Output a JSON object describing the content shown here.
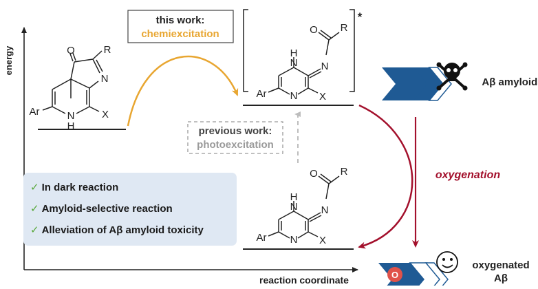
{
  "axes": {
    "y_label": "energy",
    "x_label": "reaction coordinate"
  },
  "this_work": {
    "heading": "this work:",
    "method": "chemiexcitation",
    "accent_color": "#e8a631"
  },
  "previous_work": {
    "heading": "previous work:",
    "method": "photoexcitation",
    "accent_color": "#9a9a9a"
  },
  "oxygenation": {
    "label": "oxygenation",
    "color": "#a3102c"
  },
  "amyloids": {
    "label": "Aβ amyloids",
    "product_line1": "oxygenated",
    "product_line2": "Aβ",
    "oxygen_symbol": "O",
    "stripe_color": "#1f5a94",
    "oxygen_color": "#e0524a"
  },
  "structures": {
    "reactant": {
      "ar": "Ar",
      "r": "R",
      "x": "X",
      "o": "O",
      "n": "N",
      "nh_n": "N",
      "nh_h": "H"
    },
    "excited": {
      "ar": "Ar",
      "r": "R",
      "x": "X",
      "o": "O",
      "n_top": "N",
      "n_bottom": "N",
      "h": "H",
      "excited_mark": "*"
    },
    "product": {
      "ar": "Ar",
      "r": "R",
      "x": "X",
      "o": "O",
      "n_top": "N",
      "n_bottom": "N",
      "h": "H"
    }
  },
  "benefits": [
    {
      "check": "✓",
      "text": "In dark reaction"
    },
    {
      "check": "✓",
      "text": "Amyloid-selective reaction"
    },
    {
      "check": "✓",
      "text": "Alleviation of Aβ amyloid toxicity"
    }
  ],
  "panel_color": "#dfe8f3"
}
